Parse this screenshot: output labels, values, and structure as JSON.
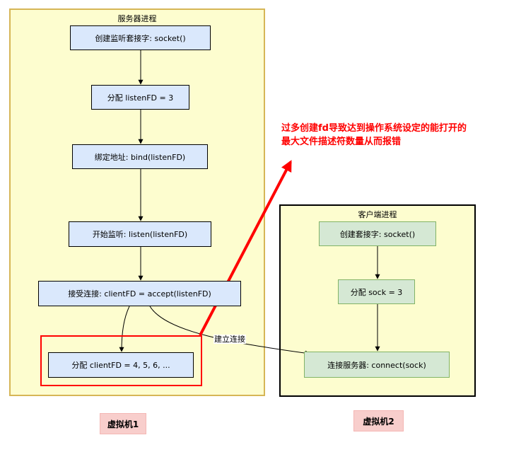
{
  "server": {
    "title": "服务器进程",
    "nodes": {
      "create_socket": "创建监听套接字: socket()",
      "alloc_listen": "分配 listenFD = 3",
      "bind": "绑定地址: bind(listenFD)",
      "listen": "开始监听: listen(listenFD)",
      "accept": "接受连接: clientFD = accept(listenFD)",
      "alloc_client": "分配 clientFD = 4, 5, 6, ..."
    }
  },
  "client": {
    "title": "客户端进程",
    "nodes": {
      "create_socket": "创建套接字: socket()",
      "alloc_sock": "分配 sock = 3",
      "connect": "连接服务器: connect(sock)"
    }
  },
  "edge_label": "建立连接",
  "warning": {
    "line1": "过多创建fd导致达到操作系统设定的能打开的",
    "line2": "最大文件描述符数量从而报错"
  },
  "vm_labels": {
    "vm1": "虚拟机1",
    "vm2": "虚拟机2"
  },
  "colors": {
    "highlight": "#ff0000",
    "server_box_fill": "#fdfdcf",
    "server_box_border": "#d6b656",
    "blue_node": "#dae8fc",
    "green_node": "#d5e8d4",
    "vm_label_fill": "#f8cecc"
  }
}
